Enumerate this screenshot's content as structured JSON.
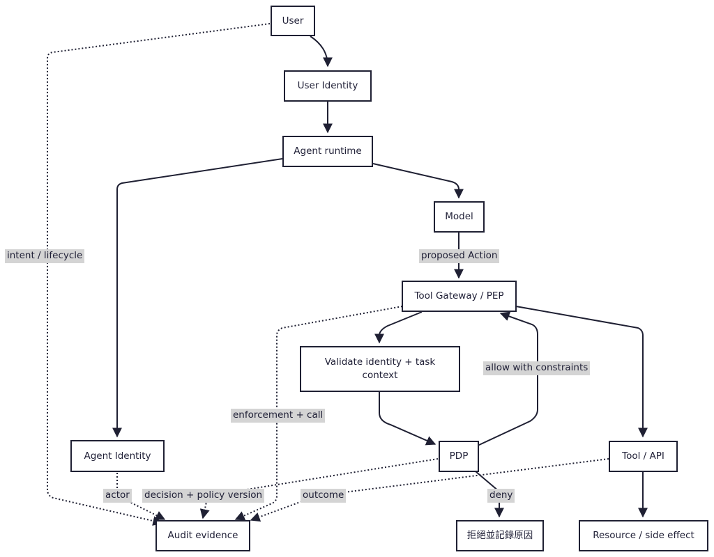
{
  "nodes": {
    "user": "User",
    "user_identity": "User Identity",
    "agent_runtime": "Agent runtime",
    "model": "Model",
    "tool_gateway": "Tool Gateway / PEP",
    "validate": "Validate identity + task context",
    "pdp": "PDP",
    "agent_identity": "Agent Identity",
    "tool_api": "Tool / API",
    "audit": "Audit evidence",
    "deny_log": "拒絕並記錄原因",
    "resource": "Resource / side effect"
  },
  "edge_labels": {
    "intent": "intent / lifecycle",
    "proposed": "proposed Action",
    "allow": "allow with constraints",
    "enforcement": "enforcement + call",
    "actor": "actor",
    "decision": "decision + policy version",
    "outcome": "outcome",
    "deny": "deny"
  },
  "colors": {
    "stroke": "#1f2033",
    "label_bg": "#d4d4d4",
    "text": "#1f1f36"
  }
}
